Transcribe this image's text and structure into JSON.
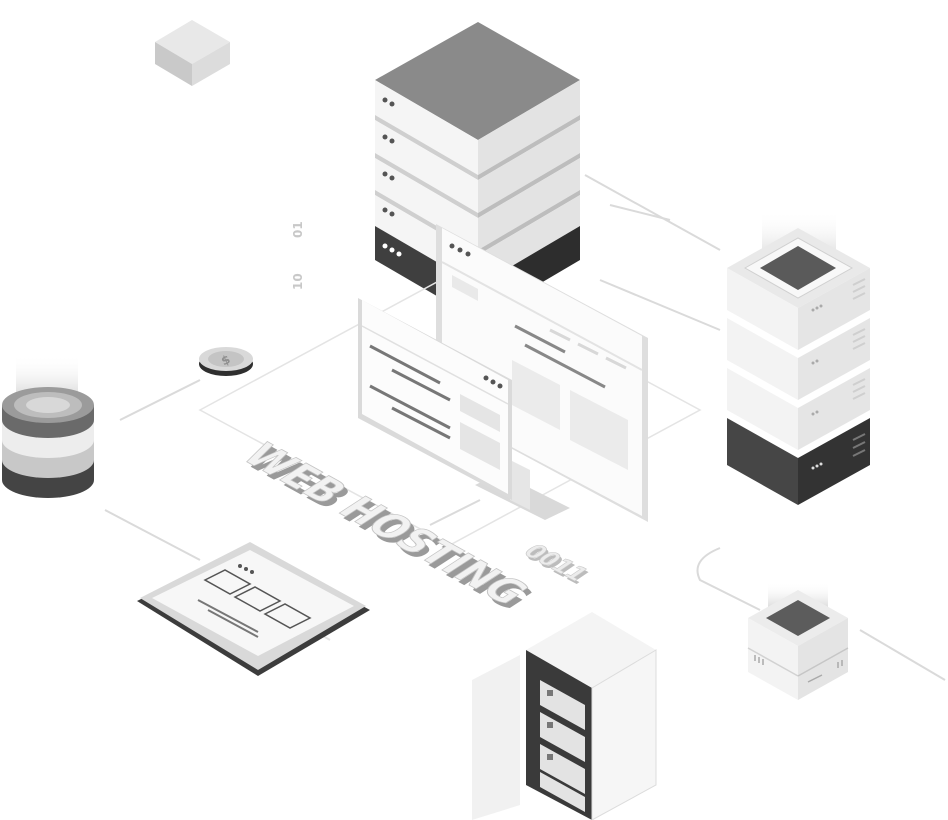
{
  "illustration": {
    "headline": "WEB HOSTING",
    "binary_label": "0011",
    "side_labels": [
      "01",
      "10"
    ],
    "coin_symbol": "$"
  },
  "colors": {
    "light": "#efefef",
    "mid": "#cfcfcf",
    "dark": "#444444",
    "darker": "#333333",
    "line": "#d6d6d6",
    "text_face": "#f2f2f2",
    "text_side": "#9a9a9a"
  },
  "icons": [
    "server-tower-icon",
    "storage-stack-icon",
    "database-icon",
    "coin-icon",
    "monitor-icon",
    "browser-window-icon",
    "tablet-icon",
    "server-rack-icon",
    "cube-icon",
    "box-icon"
  ]
}
